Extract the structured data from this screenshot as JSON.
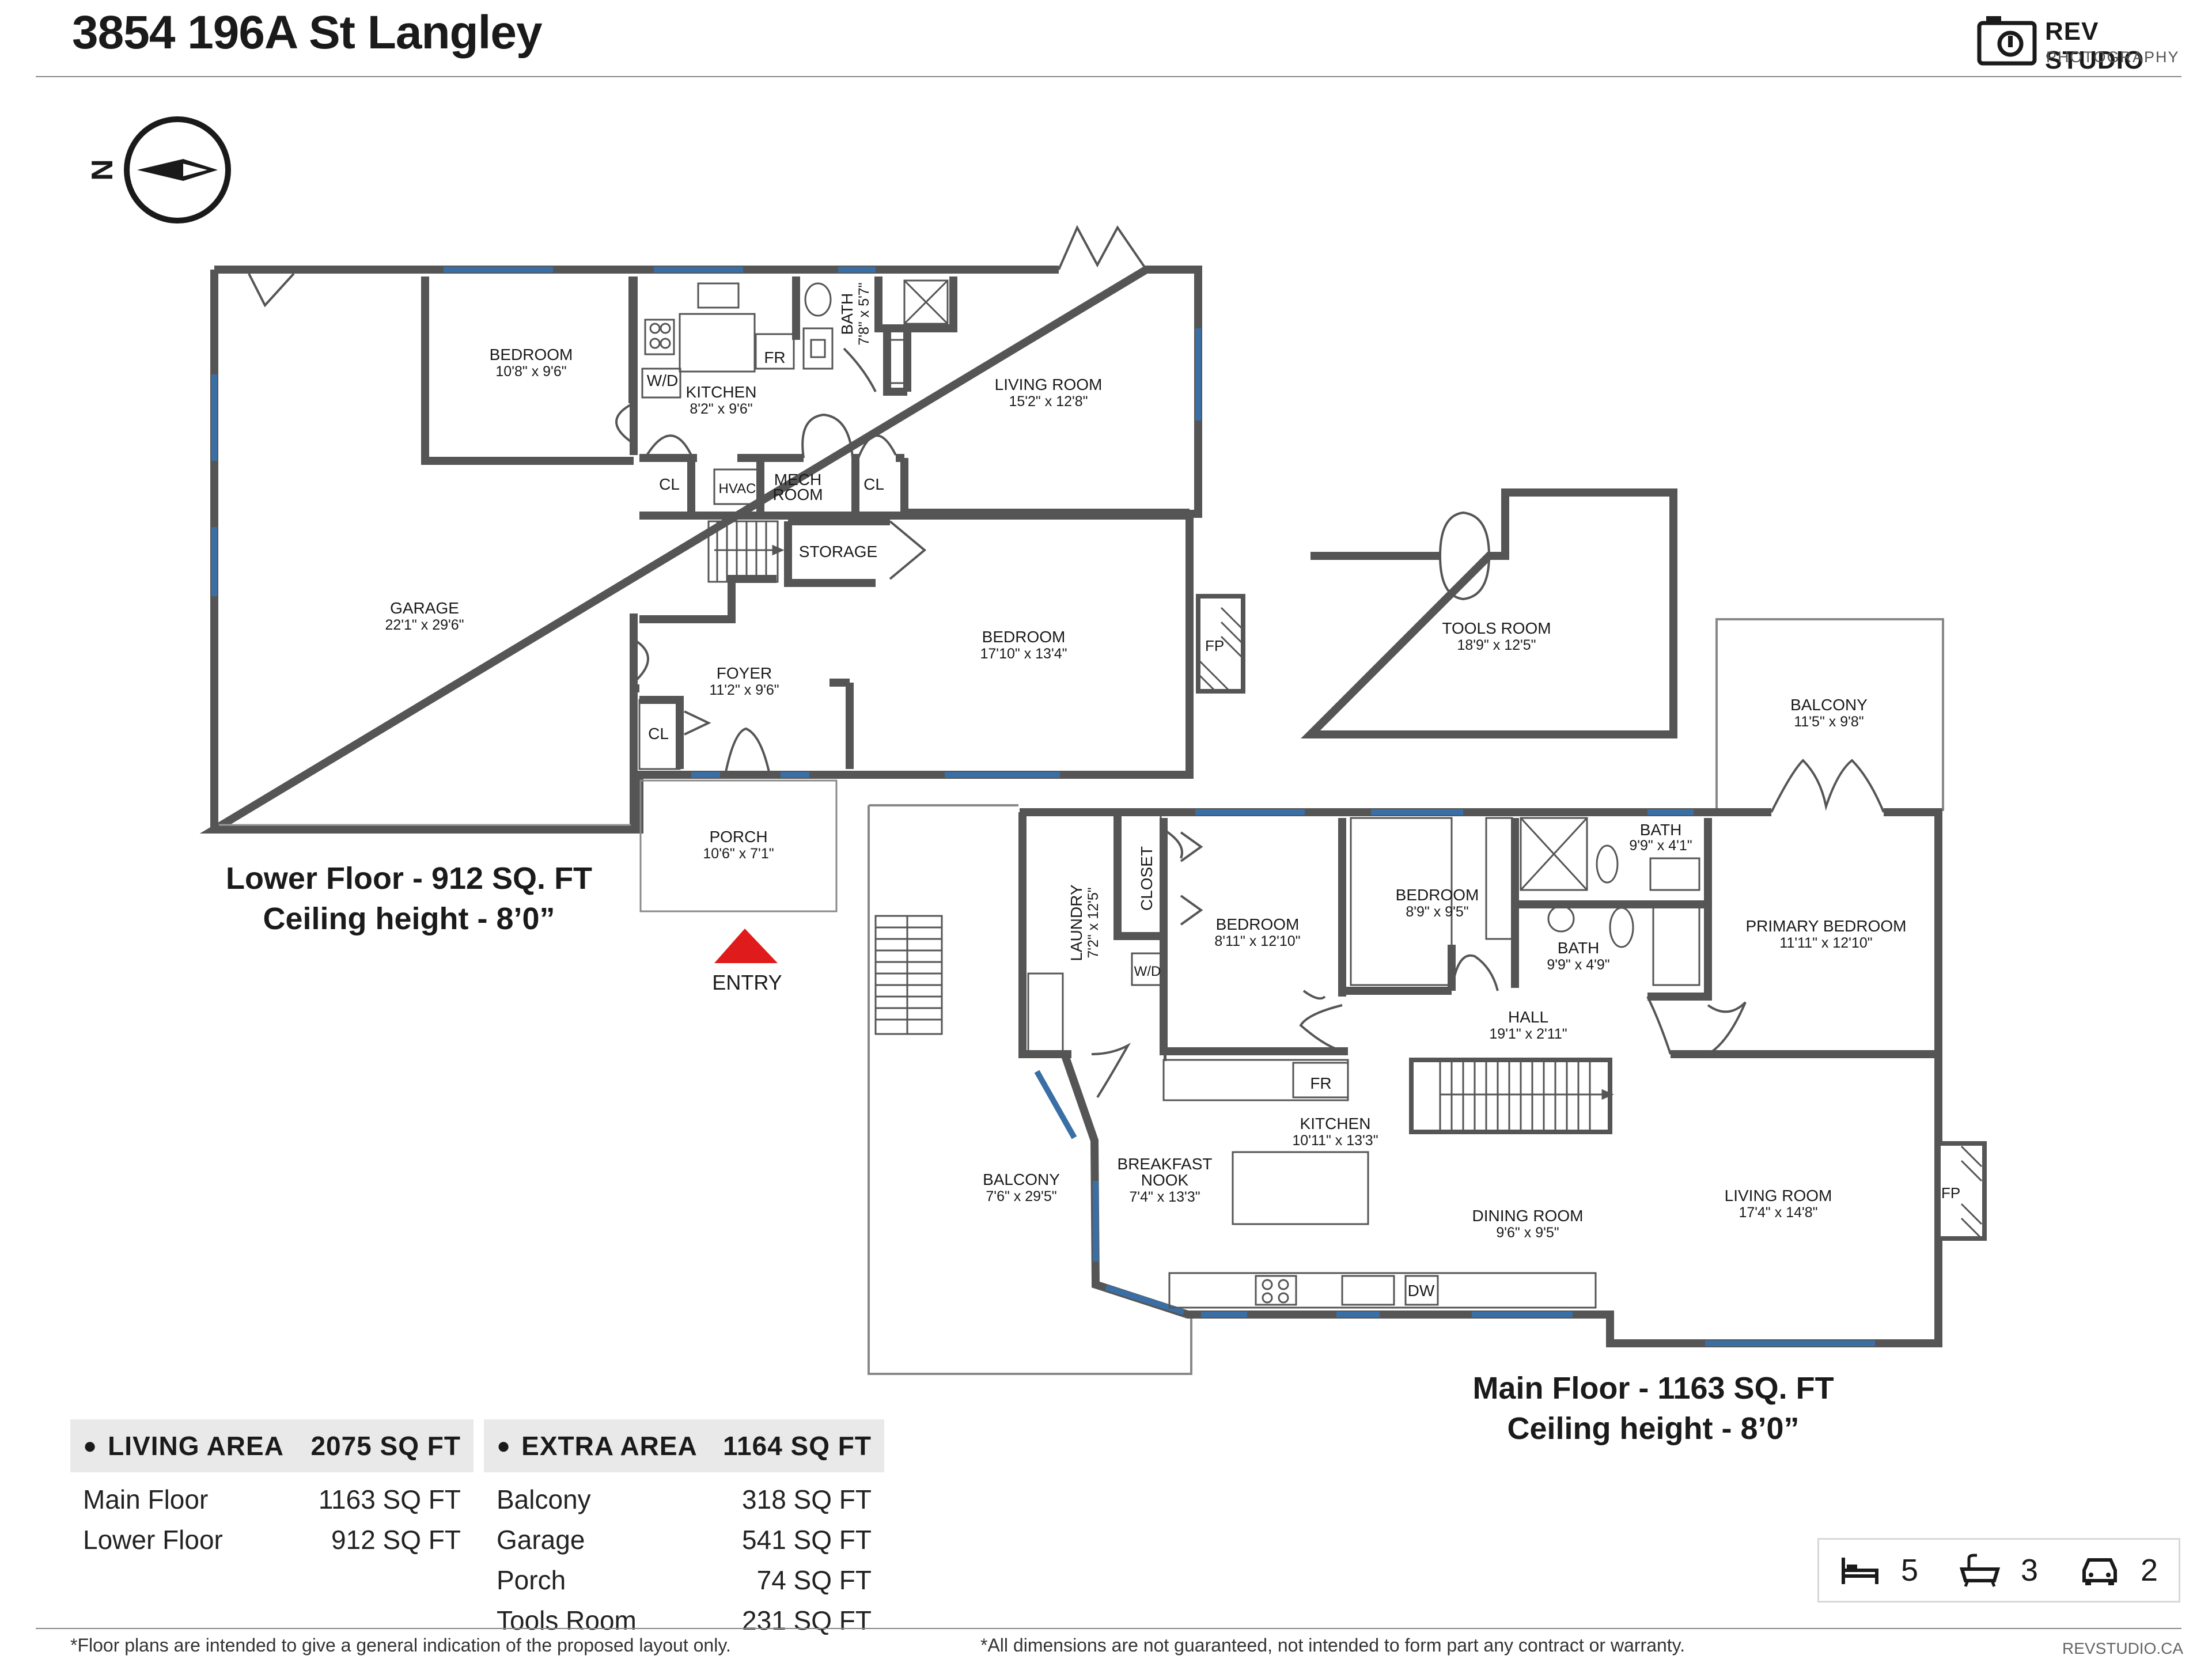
{
  "header": {
    "title": "3854 196A St Langley",
    "brand_name": "REV STUDIO",
    "brand_sub": "PHOTOGRAPHY"
  },
  "compass": {
    "letter": "N"
  },
  "rooms": {
    "bedroom_lower_nw": {
      "name": "BEDROOM",
      "dim": "10'8\" x 9'6\""
    },
    "kitchen_lower": {
      "name": "KITCHEN",
      "dim": "8'2\" x 9'6\""
    },
    "bath_lower": {
      "name": "BATH",
      "dim": "7'8\" x 5'7\""
    },
    "living_lower": {
      "name": "LIVING ROOM",
      "dim": "15'2\" x 12'8\""
    },
    "cl_a": {
      "name": "CL"
    },
    "hvac": {
      "name": "HVAC"
    },
    "mech_room": {
      "name": "MECH",
      "name2": "ROOM"
    },
    "cl_b": {
      "name": "CL"
    },
    "storage": {
      "name": "STORAGE"
    },
    "garage": {
      "name": "GARAGE",
      "dim": "22'1\" x 29'6\""
    },
    "foyer": {
      "name": "FOYER",
      "dim": "11'2\" x 9'6\""
    },
    "bedroom_lower_e": {
      "name": "BEDROOM",
      "dim": "17'10\" x 13'4\""
    },
    "cl_c": {
      "name": "CL"
    },
    "porch": {
      "name": "PORCH",
      "dim": "10'6\" x 7'1\""
    },
    "entry": {
      "name": "ENTRY"
    },
    "fp_lower": {
      "name": "FP"
    },
    "wd_lower": {
      "name": "W/D"
    },
    "fr_lower": {
      "name": "FR"
    },
    "tools_room": {
      "name": "TOOLS ROOM",
      "dim": "18'9\" x 12'5\""
    },
    "balcony_top": {
      "name": "BALCONY",
      "dim": "11'5\" x 9'8\""
    },
    "laundry": {
      "name": "LAUNDRY",
      "dim": "7'2\" x 12'5\""
    },
    "closet": {
      "name": "CLOSET"
    },
    "wd_main": {
      "name": "W/D"
    },
    "bedroom_main_a": {
      "name": "BEDROOM",
      "dim": "8'11\" x 12'10\""
    },
    "bedroom_main_b": {
      "name": "BEDROOM",
      "dim": "8'9\" x 9'5\""
    },
    "bath_main_a": {
      "name": "BATH",
      "dim": "9'9\" x 4'1\""
    },
    "bath_main_b": {
      "name": "BATH",
      "dim": "9'9\" x 4'9\""
    },
    "primary_bedroom": {
      "name": "PRIMARY BEDROOM",
      "dim": "11'11\" x 12'10\""
    },
    "hall": {
      "name": "HALL",
      "dim": "19'1\" x 2'11\""
    },
    "fr_main": {
      "name": "FR"
    },
    "kitchen_main": {
      "name": "KITCHEN",
      "dim": "10'11\" x 13'3\""
    },
    "breakfast_nook": {
      "name": "BREAKFAST",
      "name2": "NOOK",
      "dim": "7'4\" x 13'3\""
    },
    "balcony_side": {
      "name": "BALCONY",
      "dim": "7'6\" x 29'5\""
    },
    "dining_room": {
      "name": "DINING ROOM",
      "dim": "9'6\" x 9'5\""
    },
    "living_main": {
      "name": "LIVING ROOM",
      "dim": "17'4\" x 14'8\""
    },
    "fp_main": {
      "name": "FP"
    },
    "dw": {
      "name": "DW"
    }
  },
  "floors": {
    "lower": {
      "line1": "Lower Floor - 912 SQ. FT",
      "line2": "Ceiling height - 8’0”"
    },
    "main": {
      "line1": "Main Floor - 1163 SQ. FT",
      "line2": "Ceiling height - 8’0”"
    }
  },
  "living_area": {
    "header": "LIVING AREA",
    "total": "2075 SQ FT",
    "rows": [
      {
        "label": "Main Floor",
        "value": "1163 SQ FT"
      },
      {
        "label": "Lower Floor",
        "value": "912 SQ FT"
      }
    ]
  },
  "extra_area": {
    "header": "EXTRA AREA",
    "total": "1164 SQ FT",
    "rows": [
      {
        "label": "Balcony",
        "value": "318 SQ FT"
      },
      {
        "label": "Garage",
        "value": "541 SQ FT"
      },
      {
        "label": "Porch",
        "value": "74 SQ FT"
      },
      {
        "label": "Tools Room",
        "value": "231 SQ FT"
      }
    ]
  },
  "counts": {
    "bedrooms": "5",
    "bathrooms": "3",
    "garage": "2"
  },
  "icons": {
    "bed": "bed-icon",
    "bath": "bathtub-icon",
    "car": "car-icon",
    "camera": "camera-icon",
    "compass": "compass-icon",
    "entry": "entry-arrow-icon"
  },
  "footer": {
    "left": "*Floor plans are intended to give a general indication of the proposed layout only.",
    "right": "*All dimensions are not guaranteed, not intended to form part any contract or warranty.",
    "site": "REVSTUDIO.CA"
  },
  "colors": {
    "wall": "#555555",
    "window": "#3a6fa6",
    "entry": "#e01b1b",
    "table_header": "#e9e9e9"
  }
}
